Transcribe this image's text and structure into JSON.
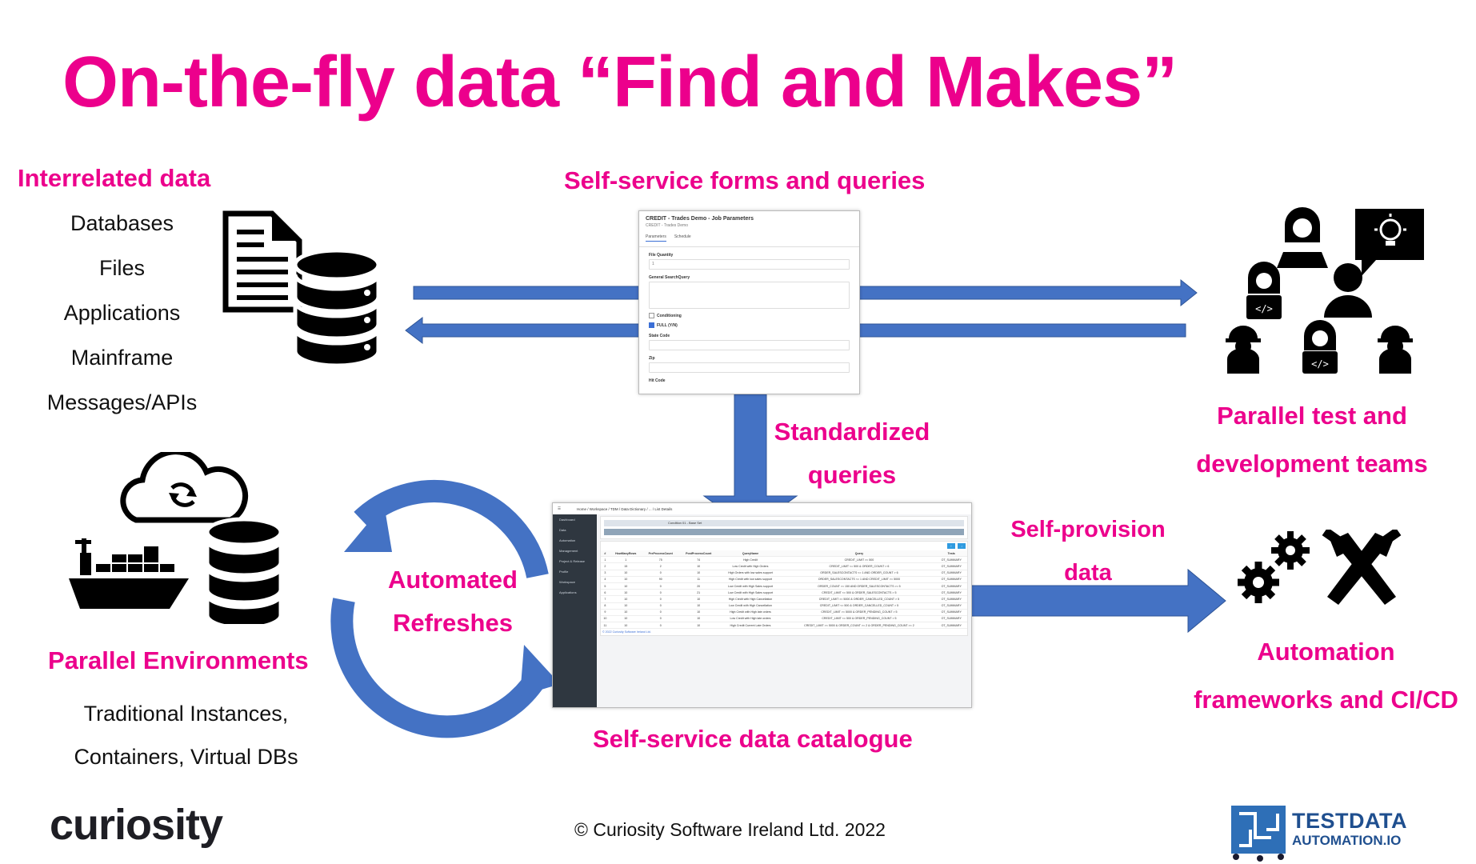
{
  "title": "On-the-fly data “Find and Makes”",
  "interrelated": {
    "heading": "Interrelated  data",
    "items": [
      "Databases",
      "Files",
      "Applications",
      "Mainframe",
      "Messages/APIs"
    ]
  },
  "self_service_forms": {
    "heading": "Self-service  forms and  queries"
  },
  "standardized": {
    "line1": "Standardized",
    "line2": "queries"
  },
  "parallel_teams": {
    "line1": "Parallel  test  and",
    "line2": "development  teams"
  },
  "parallel_envs": {
    "heading": "Parallel  Environments",
    "line1": "Traditional Instances,",
    "line2": "Containers, Virtual DBs"
  },
  "automated_refreshes": {
    "line1": "Automated",
    "line2": "Refreshes"
  },
  "self_provision": {
    "line1": "Self-provision",
    "line2": "data"
  },
  "automation": {
    "line1": "Automation",
    "line2": "frameworks  and  CI/CD"
  },
  "catalogue": {
    "heading": "Self-service  data  catalogue"
  },
  "copyright": "© Curiosity Software Ireland Ltd. 2022",
  "logo_left": "curiosity",
  "logo_right": {
    "line1": "TESTDATA",
    "line2": "AUTOMATION.IO"
  },
  "colors": {
    "accent": "#ec008c",
    "arrow": "#4472c4",
    "dark": "#111111"
  },
  "form_screenshot": {
    "title": "CREDIT - Trades Demo - Job Parameters",
    "subtitle": "CREDIT - Trades Demo",
    "tabs": [
      "Parameters",
      "Schedule"
    ],
    "fields": [
      "File Quantity",
      "General SearchQuery",
      "Conditioning",
      "FULL (Y/N)",
      "State Code",
      "Zip",
      "Hit Code"
    ],
    "file_quantity_value": "1"
  },
  "catalog_screenshot": {
    "sidebar": [
      "Dashboard",
      "Data",
      "Automation",
      "Management",
      "Project & Release",
      "Profile",
      "Workspace",
      "Applications"
    ],
    "breadcrumb": "Home / Workspace / TDM / Data Dictionary / ... / List Details",
    "name_value": "Condition 01 - Base Set",
    "columns": [
      "#",
      "HowManyRows",
      "PreProcessCount",
      "PostProcessCount",
      "QueryName",
      "Query",
      "Tests"
    ],
    "rows": [
      [
        "1",
        "1",
        "75",
        "74",
        "High Credit",
        "CREDIT_LIMIT >= 500",
        "OT_SUMMARY"
      ],
      [
        "2",
        "15",
        "2",
        "10",
        "Low Credit with High Orders",
        "CREDIT_LIMIT <= 500 & ORDER_COUNT > 6",
        "OT_SUMMARY"
      ],
      [
        "3",
        "10",
        "0",
        "10",
        "High Orders with low sales support",
        "ORDER_SALESCONTACTS <= 1 AND ORDER_COUNT > 6",
        "OT_SUMMARY"
      ],
      [
        "4",
        "10",
        "90",
        "11",
        "High Credit with low sales support",
        "ORDER_SALESCONTACTS <= 1 AND CREDIT_LIMIT >= 5000",
        "OT_SUMMARY"
      ],
      [
        "5",
        "10",
        "0",
        "20",
        "Low Credit with High Sales support",
        "ORDER_COUNT >= 150 AND ORDER_SALESCONTACTS >= 5",
        "OT_SUMMARY"
      ],
      [
        "6",
        "10",
        "0",
        "21",
        "Low Credit with High Sales support",
        "CREDIT_LIMIT <= 500 & ORDER_SALESCONTACTS > 5",
        "OT_SUMMARY"
      ],
      [
        "7",
        "10",
        "0",
        "10",
        "High Credit with High Cancellation",
        "CREDIT_LIMIT >= 5000 & ORDER_CANCELLED_COUNT > 5",
        "OT_SUMMARY"
      ],
      [
        "8",
        "10",
        "0",
        "10",
        "Low Credit with High Cancellation",
        "CREDIT_LIMIT <= 500 & ORDER_CANCELLED_COUNT > 5",
        "OT_SUMMARY"
      ],
      [
        "9",
        "10",
        "0",
        "10",
        "High Credit with High late orders",
        "CREDIT_LIMIT >= 5000 & ORDER_PENDING_COUNT > 5",
        "OT_SUMMARY"
      ],
      [
        "10",
        "10",
        "0",
        "10",
        "Low Credit with High late orders",
        "CREDIT_LIMIT <= 500 & ORDER_PENDING_COUNT > 5",
        "OT_SUMMARY"
      ],
      [
        "11",
        "10",
        "0",
        "10",
        "High Credit Current Late Orders",
        "CREDIT_LIMIT >= 5000 & ORDER_COUNT >= 2 & ORDER_PENDING_COUNT >= 2",
        "OT_SUMMARY"
      ]
    ],
    "footer": "© 2022 Curiosity Software Ireland Ltd."
  }
}
